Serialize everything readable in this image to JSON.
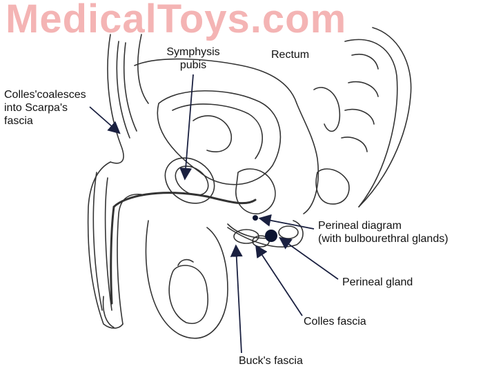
{
  "watermark": "MedicalToys.com",
  "labels": {
    "symphysis": "Symphysis\npubis",
    "rectum": "Rectum",
    "colles_coalesces": "Colles'coalesces\ninto Scarpa's\nfascia",
    "perineal_diagram": "Perineal diagram\n(with bulbourethral glands)",
    "perineal_gland": "Perineal gland",
    "colles_fascia": "Colles fascia",
    "bucks_fascia": "Buck's fascia"
  },
  "colors": {
    "watermark": "#f4b4b4",
    "ink": "#111111",
    "pointer": "#1a2040",
    "gland": "#0c1430"
  }
}
